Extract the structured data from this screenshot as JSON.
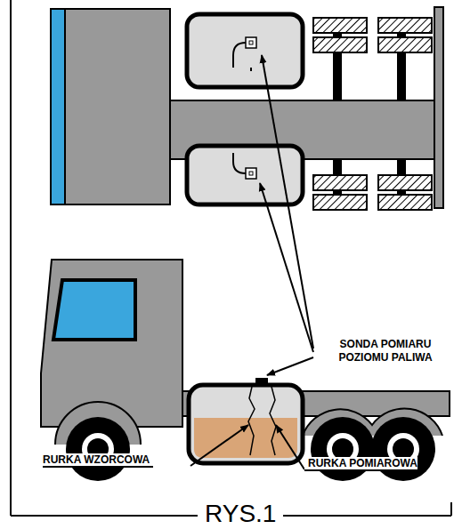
{
  "diagram": {
    "caption": "RYS.1",
    "labels": [
      "SONDA POMIARU POZIOMU PALIWA",
      "RURKA WZORCOWA",
      "RURKA POMIAROWA"
    ]
  }
}
